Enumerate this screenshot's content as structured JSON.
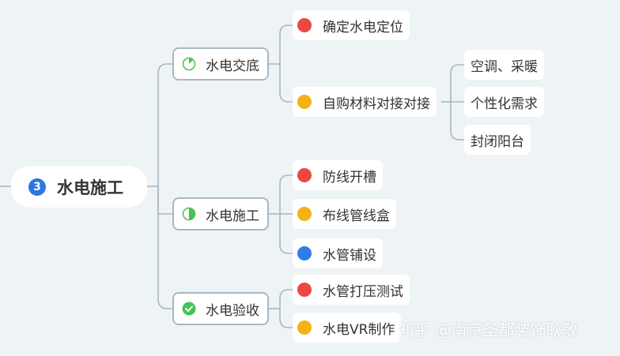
{
  "root": {
    "number": "3",
    "label": "水电施工"
  },
  "branches": [
    {
      "label": "水电交底",
      "progress_icon": "pie-quarter-icon",
      "progress": 0.125,
      "children": [
        {
          "label": "确定水电定位",
          "priority_color": "#ec4843"
        },
        {
          "label": "自购材料对接对接",
          "priority_color": "#f4b216",
          "children": [
            {
              "label": "空调、采暖"
            },
            {
              "label": "个性化需求"
            },
            {
              "label": "封闭阳台"
            }
          ]
        }
      ]
    },
    {
      "label": "水电施工",
      "progress_icon": "pie-half-icon",
      "progress": 0.5,
      "children": [
        {
          "label": "防线开槽",
          "priority_color": "#ec4843"
        },
        {
          "label": "布线管线盒",
          "priority_color": "#f4b216"
        },
        {
          "label": "水管铺设",
          "priority_color": "#2f7de6"
        }
      ]
    },
    {
      "label": "水电验收",
      "progress_icon": "check-circle-icon",
      "progress": 1,
      "children": [
        {
          "label": "水管打压测试",
          "priority_color": "#ec4843"
        },
        {
          "label": "水电VR制作",
          "priority_color": "#f4b216"
        }
      ]
    }
  ],
  "colors": {
    "background": "#eef3f6",
    "connector": "#aab7c1",
    "progress_green": "#47c257"
  },
  "watermark": "知乎 @南京圣都装饰耿敬"
}
